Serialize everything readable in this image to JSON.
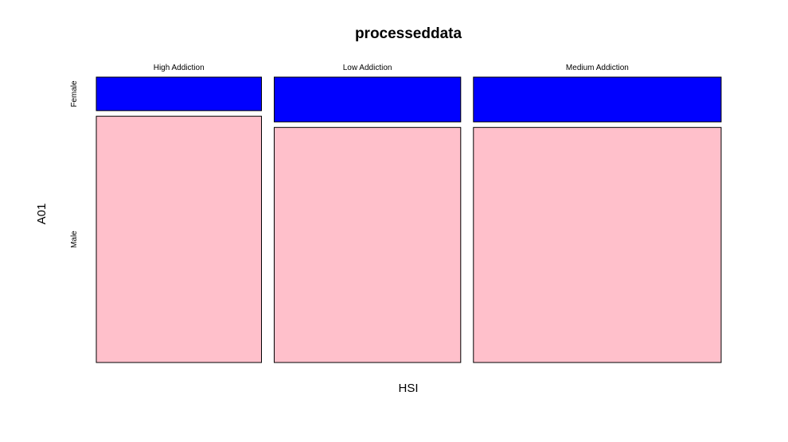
{
  "chart_data": {
    "type": "mosaic",
    "title": "processeddata",
    "xlabel": "HSI",
    "ylabel": "A01",
    "categories": [
      "High Addiction",
      "Low Addiction",
      "Medium Addiction"
    ],
    "category_shares": [
      0.31,
      0.35,
      0.465
    ],
    "series": [
      {
        "name": "Female",
        "values": [
          0.12,
          0.16,
          0.16
        ],
        "color": "#0000ff"
      },
      {
        "name": "Male",
        "values": [
          0.88,
          0.84,
          0.84
        ],
        "color": "#ffc0cb"
      }
    ]
  }
}
